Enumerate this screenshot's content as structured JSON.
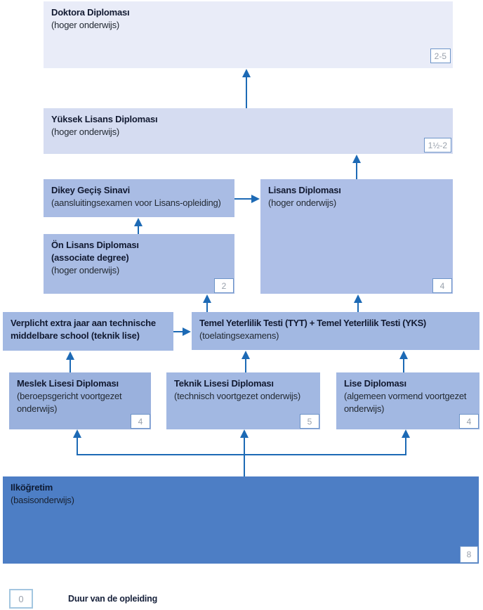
{
  "colors": {
    "arrow": "#1d6ab5",
    "badge_border": "#6d94c8",
    "badge_text": "#99a1ac",
    "title_text": "#121a31",
    "body_text": "#232a33",
    "box_doctorate": "#e9ecf8",
    "box_master": "#d5dcf1",
    "box_tertiary": "#a9bce4",
    "box_secondary": "#a2b8e2",
    "box_basic": "#4d7ec5"
  },
  "boxes": {
    "doktora": {
      "title": "Doktora Diploması",
      "subtitle": "(hoger onderwijs)",
      "duration": "2-5"
    },
    "yuksek": {
      "title": "Yüksek Lisans Diploması",
      "subtitle": "(hoger onderwijs)",
      "duration": "1½-2"
    },
    "dikey": {
      "title": "Dikey Geçiş Sinavi",
      "subtitle": "(aansluitingsexamen voor Lisans-opleiding)"
    },
    "lisans": {
      "title": "Lisans Diploması",
      "subtitle": "(hoger onderwijs)",
      "duration": "4"
    },
    "onlisans": {
      "title": "Ön Lisans Diploması",
      "title2": "(associate degree)",
      "subtitle": "(hoger onderwijs)",
      "duration": "2"
    },
    "verplicht": {
      "title": "Verplicht extra jaar aan technische middelbare school (teknik lise)"
    },
    "tyt": {
      "title": "Temel Yeterlilik Testi (TYT) + Temel Yeterlilik Testi (YKS)",
      "subtitle": "(toelatingsexamens)"
    },
    "meslek": {
      "title": "Meslek Lisesi Diploması",
      "subtitle": "(beroepsgericht voortgezet onderwijs)",
      "duration": "4"
    },
    "teknik": {
      "title": "Teknik Lisesi Diploması",
      "subtitle": "(technisch voortgezet onderwijs)",
      "duration": "5"
    },
    "lise": {
      "title": "Lise Diploması",
      "subtitle": "(algemeen vormend voortgezet onderwijs)",
      "duration": "4"
    },
    "ilkogretim": {
      "title": "Ilköğretim",
      "subtitle": "(basisonderwijs)",
      "duration": "8"
    }
  },
  "legend": {
    "sample": "0",
    "label": "Duur van de opleiding"
  }
}
